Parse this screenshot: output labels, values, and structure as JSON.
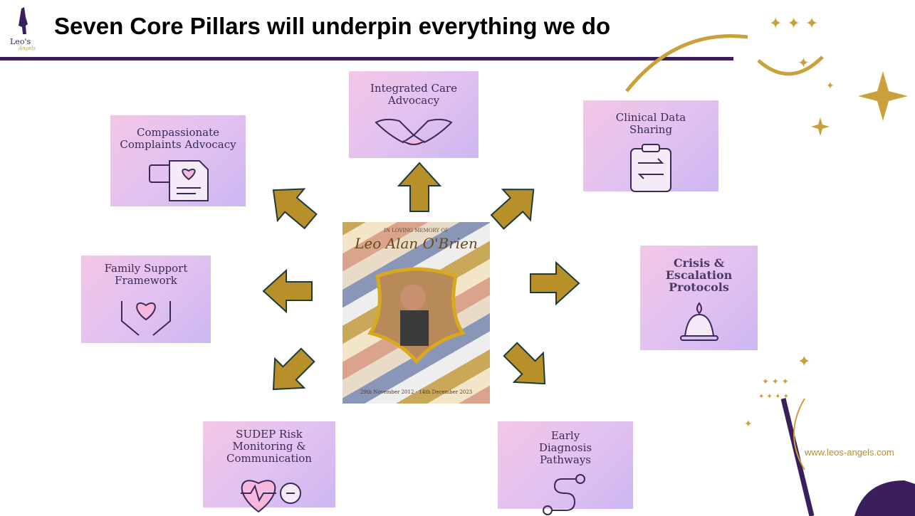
{
  "header": {
    "title": "Seven Core Pillars will underpin everything we do",
    "logo_text": "Leo's Angels"
  },
  "pillars": {
    "integrated": "Integrated Care Advocacy",
    "complaints": "Compassionate Complaints Advocacy",
    "clinical": "Clinical Data Sharing",
    "family": "Family Support Framework",
    "crisis": "Crisis & Escalation Protocols",
    "sudep": "SUDEP Risk Monitoring & Communication",
    "early": "Early Diagnosis Pathways"
  },
  "memorial": {
    "heading": "IN LOVING MEMORY OF",
    "name": "Leo Alan O'Brien",
    "dates": "29th November 2012 - 14th December 2023"
  },
  "footer": {
    "website": "www.leos-angels.com"
  },
  "colors": {
    "arrow": "#b8902a",
    "brand_purple": "#3b1f5c",
    "gold": "#c9a03a"
  }
}
